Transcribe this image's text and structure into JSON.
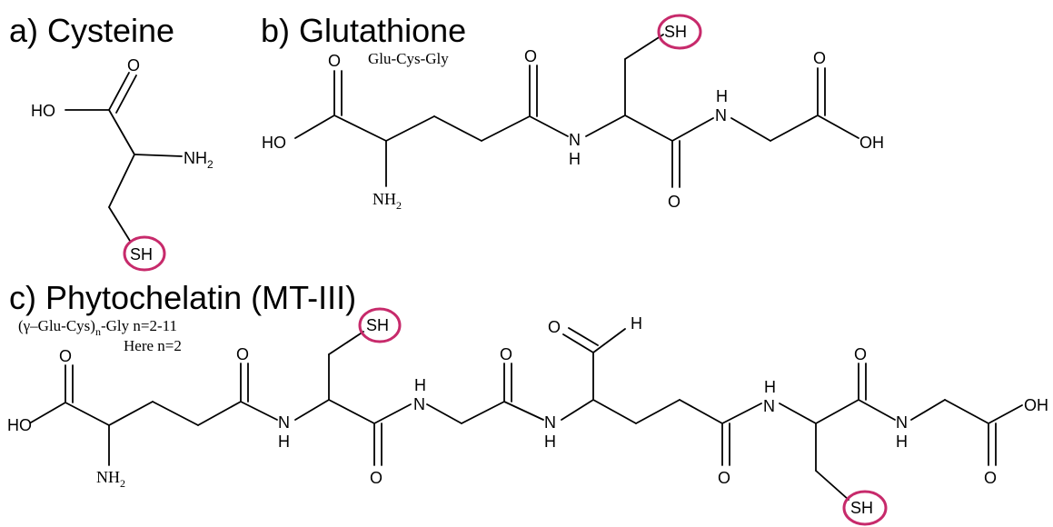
{
  "panels": {
    "a": {
      "title": "a) Cysteine"
    },
    "b": {
      "title": "b) Glutathione",
      "sequence": "Glu-Cys-Gly"
    },
    "c": {
      "title": "c) Phytochelatin (MT-III)",
      "formula_open": "(γ–Glu-Cys)",
      "formula_sub": "n",
      "formula_close": "-Gly n=2-11",
      "note": "Here n=2"
    }
  },
  "atoms": {
    "O": "O",
    "HO": "HO",
    "OH": "OH",
    "NH": "N",
    "H": "H",
    "SH": "SH",
    "NH2": "NH",
    "sub2": "2"
  },
  "colors": {
    "thiol_highlight": "#c72a6b",
    "bond": "#000000"
  }
}
